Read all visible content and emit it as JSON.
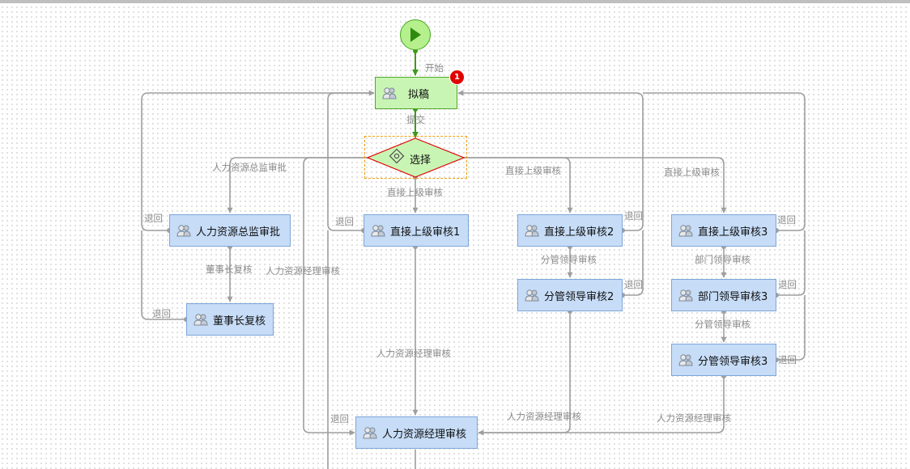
{
  "start": {
    "icon": "play-icon"
  },
  "nodes": {
    "draft": {
      "label": "拟稿",
      "badge": "1"
    },
    "select": {
      "label": "选择"
    },
    "hr_director": {
      "label": "人力资源总监审批"
    },
    "chairman": {
      "label": "董事长复核"
    },
    "superior1": {
      "label": "直接上级审核1"
    },
    "superior2": {
      "label": "直接上级审核2"
    },
    "branch2": {
      "label": "分管领导审核2"
    },
    "superior3": {
      "label": "直接上级审核3"
    },
    "dept3": {
      "label": "部门领导审核3"
    },
    "branch3": {
      "label": "分管领导审核3"
    },
    "hr_manager": {
      "label": "人力资源经理审核"
    }
  },
  "edges": {
    "start": "开始",
    "submit": "提交",
    "to_hr_director": "人力资源总监审批",
    "to_superior1": "直接上级审核",
    "to_superior2": "直接上级审核",
    "to_superior3": "直接上级审核",
    "to_chairman": "董事长复核",
    "to_branch2": "分管领导审核",
    "to_dept3": "部门领导审核",
    "to_branch3": "分管领导审核",
    "hr_from_select": "人力资源经理审核",
    "hr_from_s1": "人力资源经理审核",
    "hr_from_b2": "人力资源经理审核",
    "hr_from_b3": "人力资源经理审核",
    "back_hr_director": "退回",
    "back_chairman": "退回",
    "back_superior1": "退回",
    "back_superior2": "退回",
    "back_branch2": "退回",
    "back_superior3": "退回",
    "back_dept3": "退回",
    "back_branch3": "退回",
    "back_hr_manager": "退回"
  },
  "colors": {
    "task_fill": "#c6dcf7",
    "task_border": "#7ea6d8",
    "draft_fill": "#c8f5b3",
    "start_fill": "#b5f08d",
    "flow_line": "#9e9e9e",
    "active_line": "#3c9a19",
    "decision_border": "#e00000",
    "selection_dash": "#f29b00"
  }
}
